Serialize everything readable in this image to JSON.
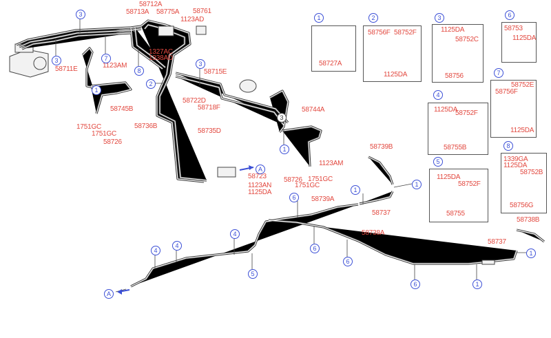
{
  "labels": [
    "58712A",
    "58713A",
    "58775A",
    "58761",
    "1123AD",
    "1327AC",
    "1338AD",
    "1123AM",
    "58711E",
    "58745B",
    "1751GC",
    "1751GC",
    "58726",
    "58715E",
    "58722D",
    "58718F",
    "58736B",
    "58735D",
    "58744A",
    "58723",
    "1123AN",
    "1125DA",
    "58726",
    "1751GC",
    "1751GC",
    "1123AM",
    "58739B",
    "58739A",
    "58737",
    "58738A",
    "58737",
    "58738B"
  ],
  "callouts": [
    "3",
    "3",
    "7",
    "8",
    "1",
    "2",
    "3",
    "1",
    "3",
    "A",
    "1",
    "1",
    "6",
    "6",
    "6",
    "6",
    "1",
    "1",
    "4",
    "4",
    "4",
    "5",
    "A"
  ],
  "detail_boxes": [
    {
      "id": "1",
      "labels": [
        "58727A"
      ]
    },
    {
      "id": "2",
      "labels": [
        "58756F",
        "58752F",
        "1125DA"
      ]
    },
    {
      "id": "3",
      "labels": [
        "1125DA",
        "58752C",
        "58756"
      ]
    },
    {
      "id": "6",
      "labels": [
        "58753",
        "1125DA"
      ]
    },
    {
      "id": "7",
      "labels": [
        "58752E",
        "58756F",
        "1125DA"
      ]
    },
    {
      "id": "4",
      "labels": [
        "1125DA",
        "58752F",
        "58755B"
      ]
    },
    {
      "id": "5",
      "labels": [
        "1125DA",
        "58752F",
        "58755"
      ]
    },
    {
      "id": "8",
      "labels": [
        "1339GA",
        "1125DA",
        "58752B",
        "58756G"
      ]
    }
  ],
  "colors": {
    "label": "#e2483f",
    "callout": "#3b4fd6",
    "pipe": "#333333"
  }
}
